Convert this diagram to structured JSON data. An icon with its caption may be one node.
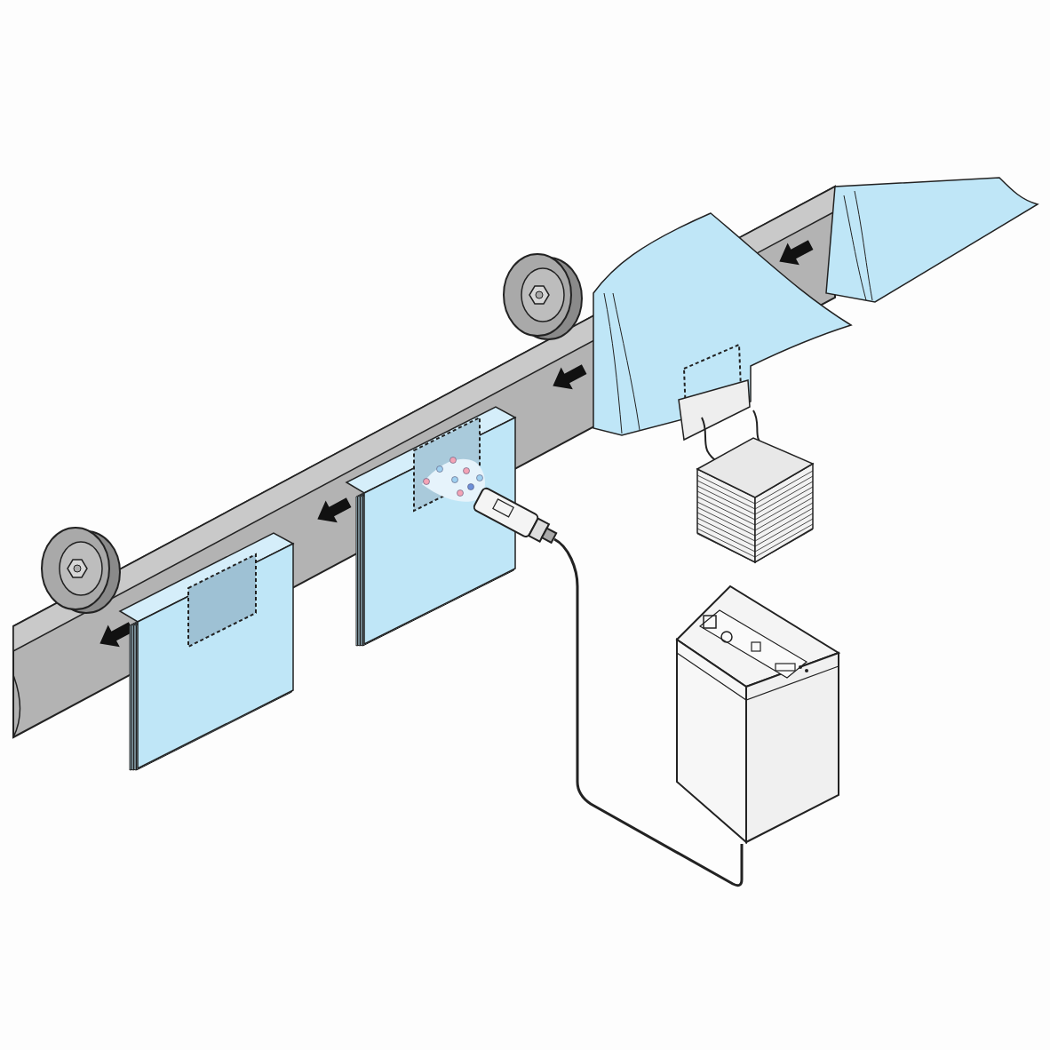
{
  "diagram": {
    "nodes": [
      {
        "text": [],
        "shape": "picture"
      },
      {
        "text": [],
        "shape": "picture"
      }
    ],
    "edges": [
      {
        "from": 0,
        "to": 1,
        "arrow": "none"
      }
    ]
  }
}
